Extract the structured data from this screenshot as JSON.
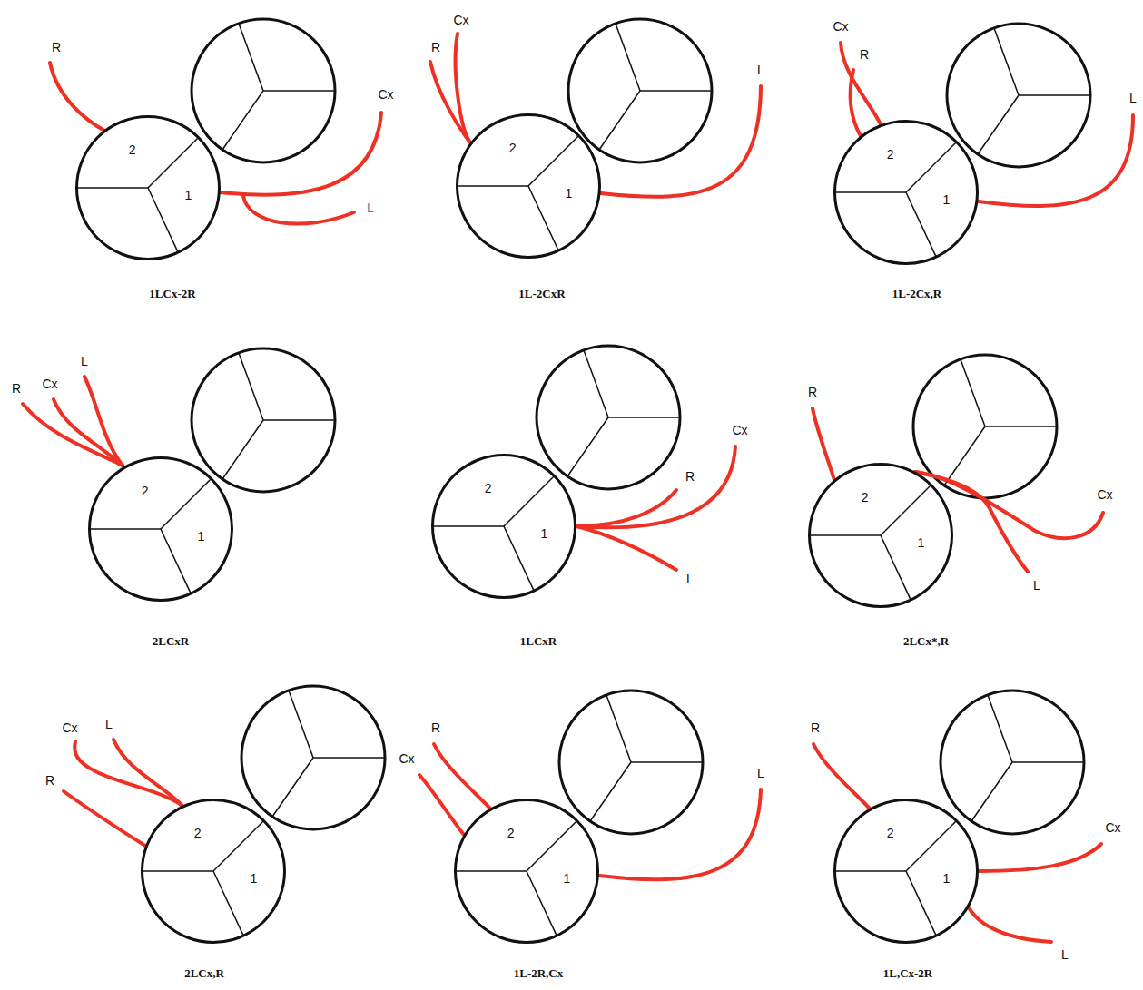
{
  "diagram": {
    "nodes": [
      {
        "text": [
          "2",
          "1"
        ]
      },
      {
        "text": [
          "2",
          "1"
        ]
      },
      {
        "text": [
          "2",
          "1"
        ]
      },
      {
        "text": [
          "2",
          "1"
        ]
      },
      {
        "text": [
          "2",
          "1"
        ]
      },
      {
        "text": [
          "2",
          "1"
        ]
      },
      {
        "text": [
          "2",
          "1"
        ]
      },
      {
        "text": [
          "2",
          "1"
        ]
      },
      {
        "text": [
          "2",
          "1"
        ]
      }
    ],
    "labels": [
      "R",
      "Cx",
      "L",
      "1LCx-2R",
      "R",
      "Cx",
      "L",
      "1L-2CxR",
      "R",
      "Cx",
      "L",
      "1L-2Cx,R",
      "R",
      "Cx",
      "L",
      "2LCxR",
      "R",
      "Cx",
      "L",
      "1LCxR",
      "R",
      "Cx",
      "L",
      "2LCx*,R",
      "R",
      "Cx",
      "L",
      "2LCx,R",
      "R",
      "Cx",
      "L",
      "1L-2R,Cx",
      "R",
      "Cx",
      "L",
      "1L,Cx-2R"
    ]
  }
}
